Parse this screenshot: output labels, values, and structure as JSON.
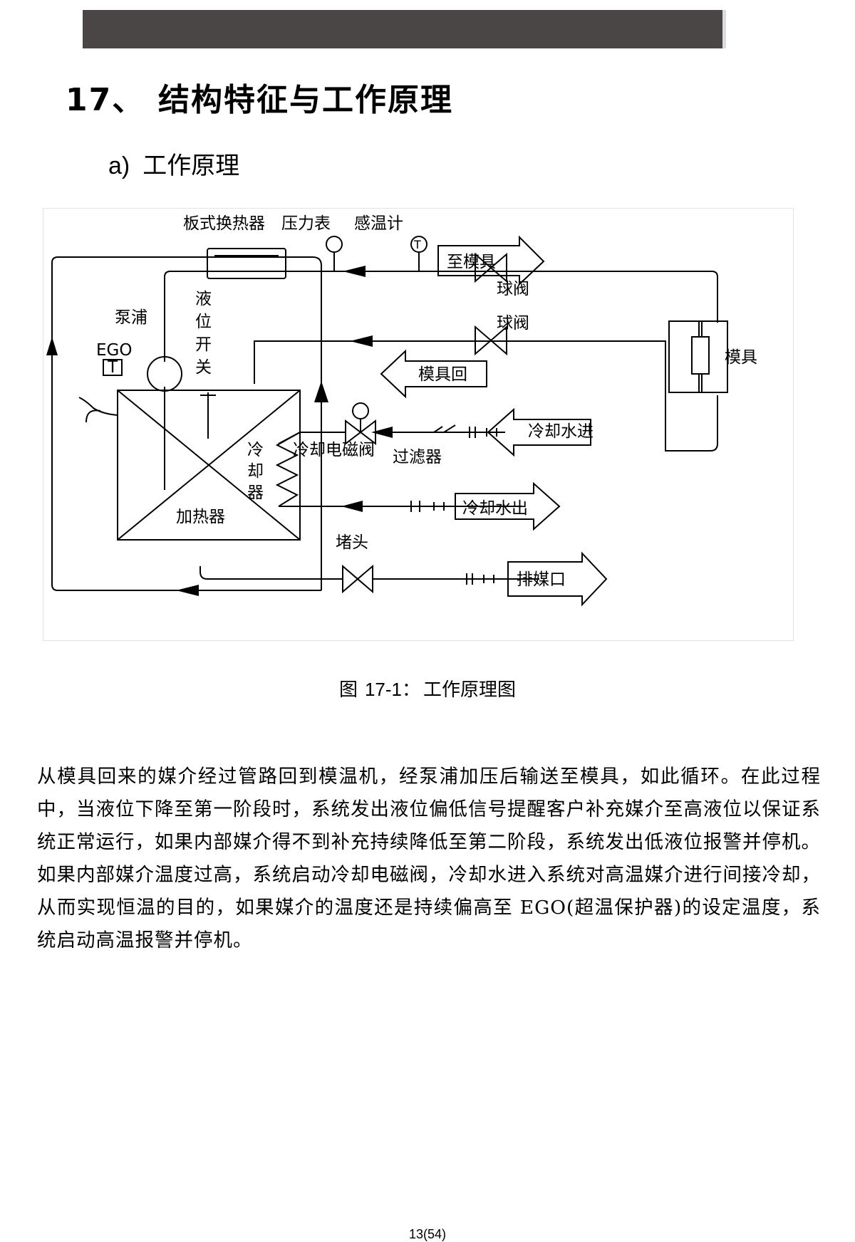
{
  "section": {
    "number": "17、",
    "title": "结构特征与工作原理"
  },
  "subsection": {
    "letter": "a)",
    "title": "工作原理"
  },
  "diagram": {
    "labels": {
      "plate_heat_exchanger": "板式换热器",
      "pressure_gauge": "压力表",
      "thermometer": "感温计",
      "to_mold": "至模具",
      "ball_valve_top": "球阀",
      "ball_valve_mid": "球阀",
      "pump": "泵浦",
      "level_switch": [
        "液",
        "位",
        "开",
        "关"
      ],
      "ego": "EGO",
      "t_symbol": "T",
      "gauge_t": "T",
      "mold_return": "模具回",
      "mold": "模具",
      "cooling_water_in": "冷却水进",
      "cooling_solenoid": "冷却电磁阀",
      "filter": "过滤器",
      "cooler": [
        "冷",
        "却",
        "器"
      ],
      "heater": "加热器",
      "cooling_water_out": "冷却水出",
      "plug": "堵头",
      "drain": "排媒口"
    }
  },
  "caption": {
    "prefix": "图",
    "number": "17-1：",
    "text": "工作原理图"
  },
  "body": "从模具回来的媒介经过管路回到模温机，经泵浦加压后输送至模具，如此循环。在此过程中，当液位下降至第一阶段时，系统发出液位偏低信号提醒客户补充媒介至高液位以保证系统正常运行，如果内部媒介得不到补充持续降低至第二阶段，系统发出低液位报警并停机。如果内部媒介温度过高，系统启动冷却电磁阀，冷却水进入系统对高温媒介进行间接冷却，从而实现恒温的目的，如果媒介的温度还是持续偏高至 EGO(超温保护器)的设定温度，系统启动高温报警并停机。",
  "page_number": "13(54)"
}
